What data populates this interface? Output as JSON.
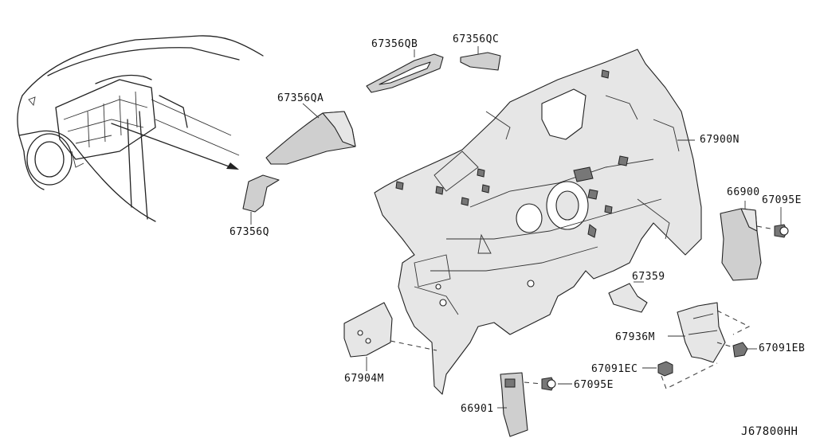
{
  "labels": {
    "p67356QB": "67356QB",
    "p67356QC": "67356QC",
    "p67356QA": "67356QA",
    "p67356Q": "67356Q",
    "p67900N": "67900N",
    "p66900": "66900",
    "p67095E_top": "67095E",
    "p67359": "67359",
    "p67936M": "67936M",
    "p67091EB": "67091EB",
    "p67091EC": "67091EC",
    "p67095E_bottom": "67095E",
    "p67904M": "67904M",
    "p66901": "66901"
  },
  "diagram_code": "J67800HH"
}
